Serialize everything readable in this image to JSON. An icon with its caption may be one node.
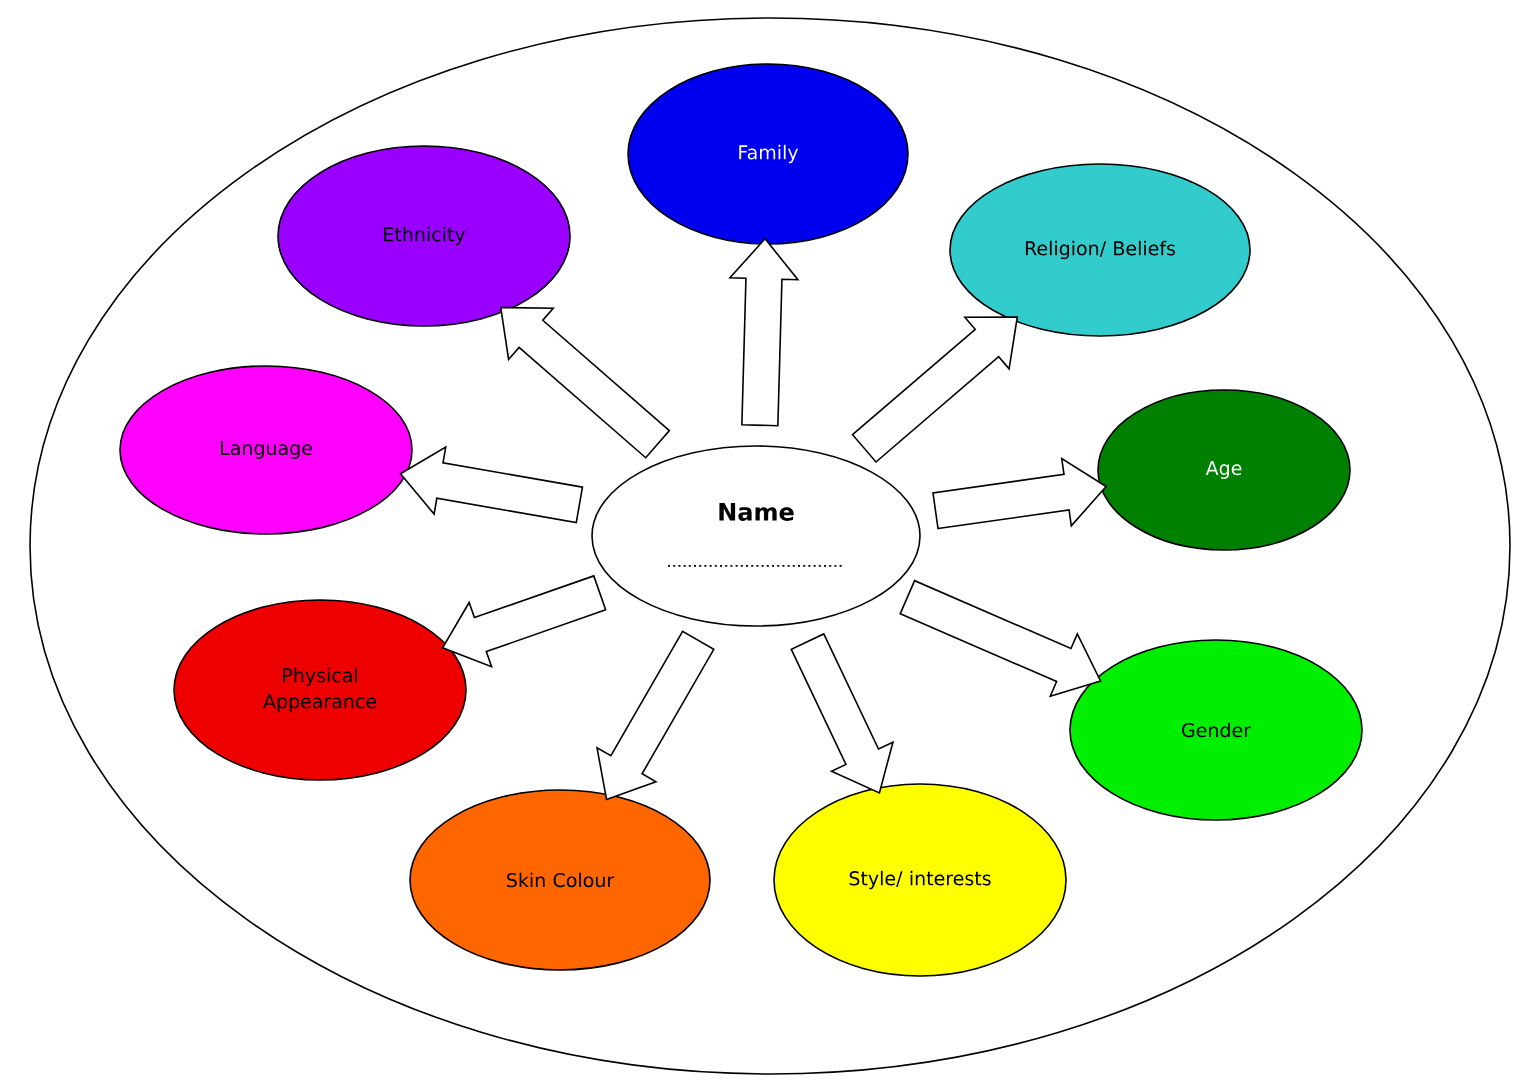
{
  "diagram": {
    "nodes": [
      {
        "text": [
          "Name"
        ]
      },
      {
        "text": [
          "Family"
        ]
      },
      {
        "text": [
          "Religion/ Beliefs"
        ]
      },
      {
        "text": [
          "Age"
        ]
      },
      {
        "text": [
          "Gender"
        ]
      },
      {
        "text": [
          "Style/ interests"
        ]
      },
      {
        "text": [
          "Skin Colour"
        ]
      },
      {
        "text": [
          "Physical Appearance"
        ]
      },
      {
        "text": [
          "Language"
        ]
      },
      {
        "text": [
          "Ethnicity"
        ]
      }
    ],
    "edges": [
      {
        "from": 0,
        "to": 1,
        "arrow": "to"
      },
      {
        "from": 0,
        "to": 2,
        "arrow": "to"
      },
      {
        "from": 0,
        "to": 3,
        "arrow": "to"
      },
      {
        "from": 0,
        "to": 4,
        "arrow": "to"
      },
      {
        "from": 0,
        "to": 5,
        "arrow": "to"
      },
      {
        "from": 0,
        "to": 6,
        "arrow": "to"
      },
      {
        "from": 0,
        "to": 7,
        "arrow": "to"
      },
      {
        "from": 0,
        "to": 8,
        "arrow": "to"
      },
      {
        "from": 0,
        "to": 9,
        "arrow": "to"
      }
    ]
  }
}
